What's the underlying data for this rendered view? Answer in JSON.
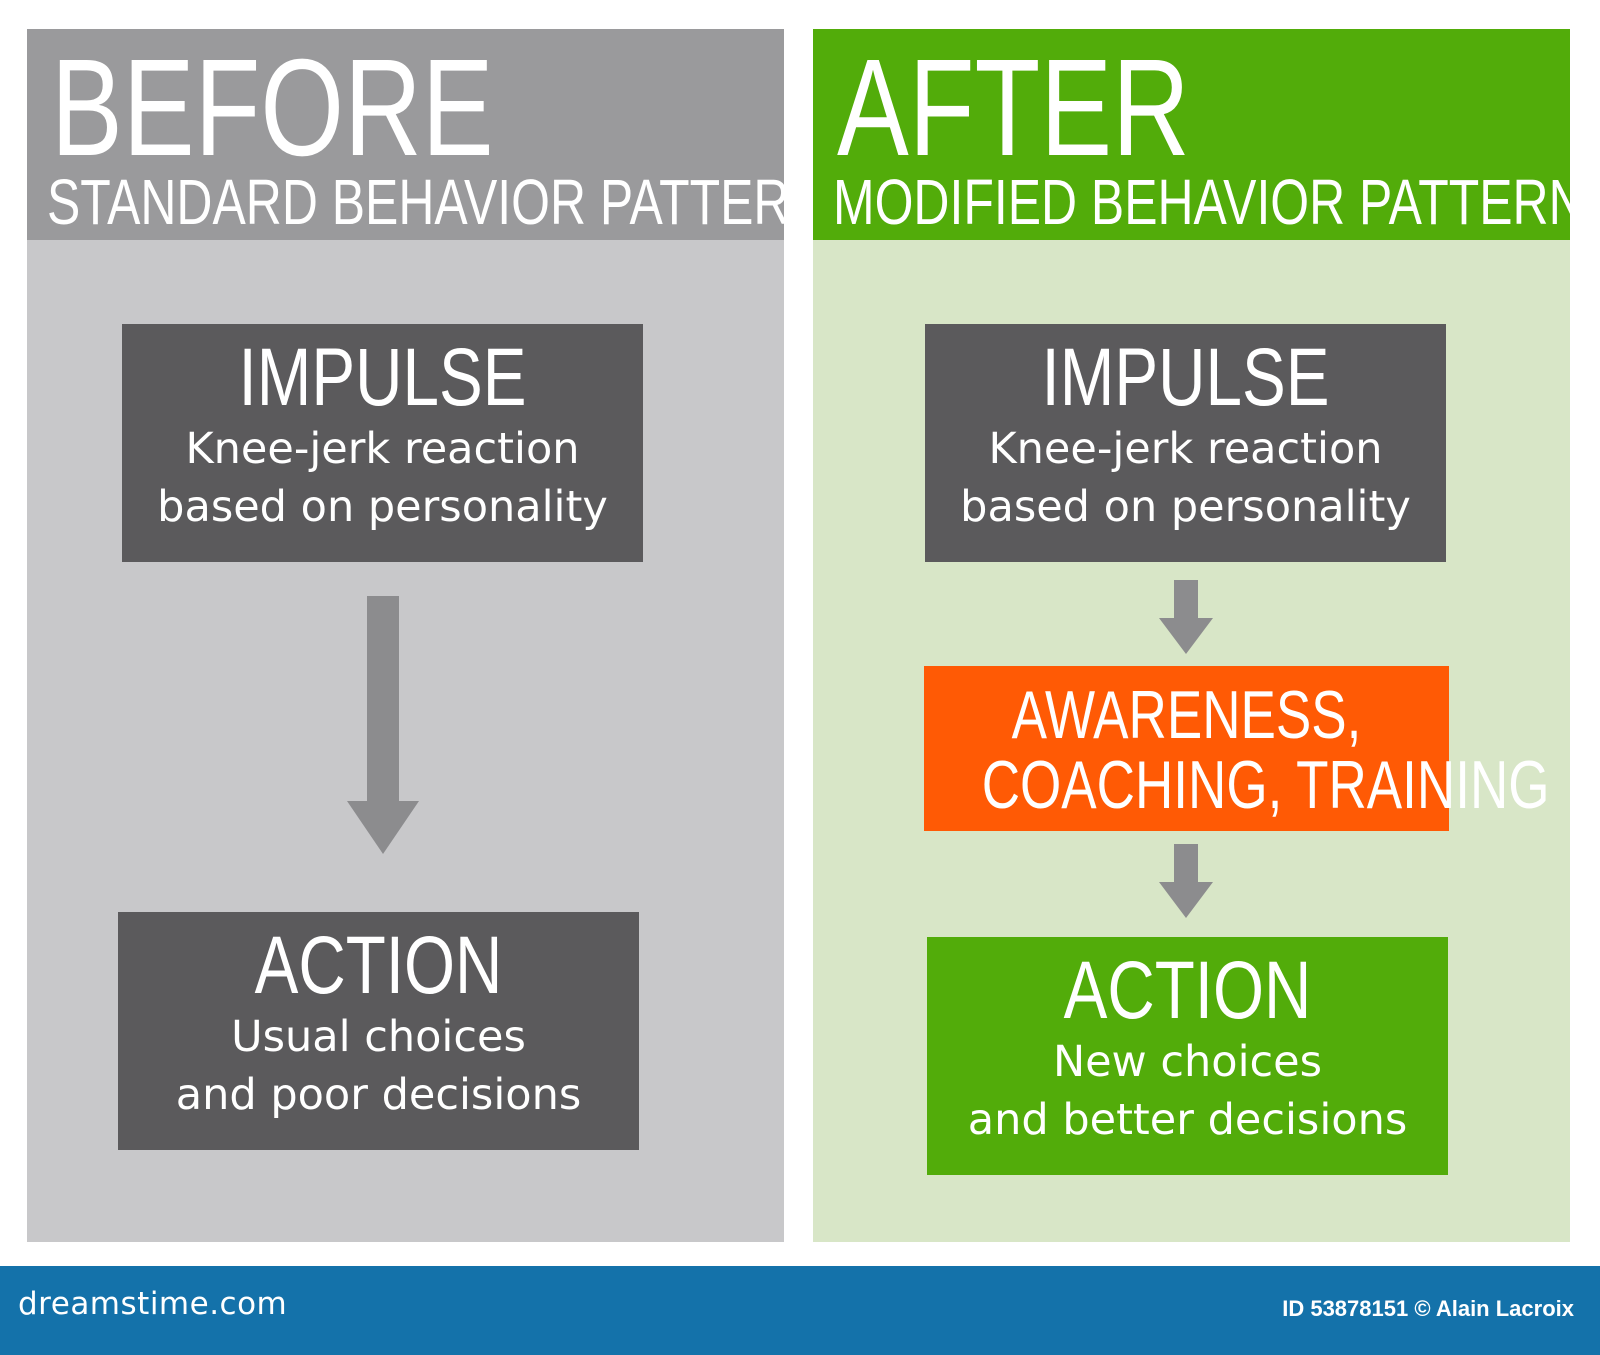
{
  "before": {
    "title": "BEFORE",
    "subtitle": "STANDARD BEHAVIOR PATTERN",
    "impulse": {
      "title": "IMPULSE",
      "line1": "Knee-jerk reaction",
      "line2": "based on personality"
    },
    "action": {
      "title": "ACTION",
      "line1": "Usual choices",
      "line2": "and poor decisions"
    }
  },
  "after": {
    "title": "AFTER",
    "subtitle": "MODIFIED BEHAVIOR PATTERN",
    "impulse": {
      "title": "IMPULSE",
      "line1": "Knee-jerk reaction",
      "line2": "based on personality"
    },
    "awareness": {
      "line1": "AWARENESS,",
      "line2": "COACHING, TRAINING"
    },
    "action": {
      "title": "ACTION",
      "line1": "New choices",
      "line2": "and better decisions"
    }
  },
  "footer": {
    "brand": "dreamstime.com",
    "credit": "ID 53878151 © Alain Lacroix"
  },
  "colors": {
    "before_header": "#9a9a9c",
    "before_panel": "#c8c8ca",
    "after_header": "#52ac0a",
    "after_panel": "#d8e6c7",
    "dark_box": "#5b5a5c",
    "orange_box": "#ff5a05",
    "green_box": "#52ac0a",
    "arrow": "#8c8c8e",
    "footer": "#1472aa"
  },
  "icons": {
    "arrow": "arrow-down-icon"
  }
}
